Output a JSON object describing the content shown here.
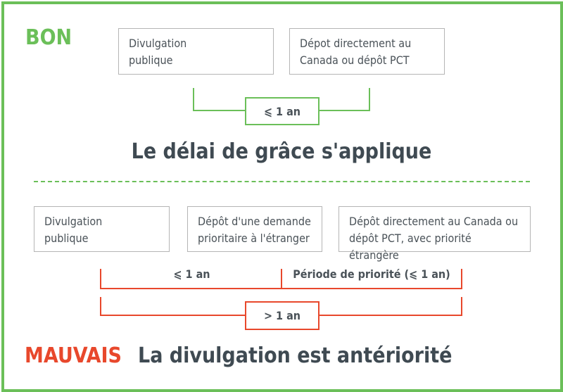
{
  "good": {
    "heading": "BON",
    "boxes": [
      "Divulgation\npublique",
      "Dépot directement au\nCanada ou dépôt PCT"
    ],
    "interval": "⩽ 1 an",
    "conclusion": "Le délai de grâce s'applique"
  },
  "bad": {
    "heading": "MAUVAIS",
    "boxes": [
      "Divulgation\npublique",
      "Dépôt d'une demande\nprioritaire à l'étranger",
      "Dépôt directement au Canada ou\ndépôt PCT, avec priorité étrangère"
    ],
    "interval_first": "⩽ 1 an",
    "interval_priority": "Période de priorité (⩽ 1 an)",
    "interval_total": "> 1 an",
    "conclusion": "La divulgation est antériorité"
  },
  "colors": {
    "good": "#6bbf59",
    "bad": "#e8482c",
    "text": "#3f4a52"
  }
}
